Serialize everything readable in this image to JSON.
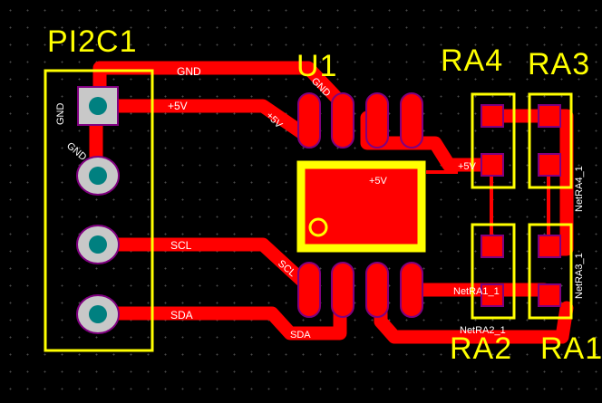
{
  "components": {
    "pi2c1": "PI2C1",
    "u1": "U1",
    "ra1": "RA1",
    "ra2": "RA2",
    "ra3": "RA3",
    "ra4": "RA4"
  },
  "nets": {
    "gnd_trace": "GND",
    "gnd_pad1": "GND",
    "gnd_pad2": "GND",
    "gnd_u1": "GND",
    "vcc_trace": "+5V",
    "vcc_u1_pin": "+5V",
    "vcc_u1_body": "+5V",
    "vcc_ra": "+5V",
    "scl_trace": "SCL",
    "scl_u1": "SCL",
    "sda_trace": "SDA",
    "sda_u1": "SDA",
    "net_ra1": "NetRA1_1",
    "net_ra2": "NetRA2_1",
    "net_ra3": "NetRA3_1",
    "net_ra4": "NetRA4_1"
  },
  "colors": {
    "background": "#000000",
    "copper": "#ff0000",
    "silkscreen": "#ffff00",
    "pad_copper": "#c8c8c8",
    "pad_hole": "#008080",
    "solder_mask_edge": "#800080",
    "net_text": "#ffffff"
  }
}
